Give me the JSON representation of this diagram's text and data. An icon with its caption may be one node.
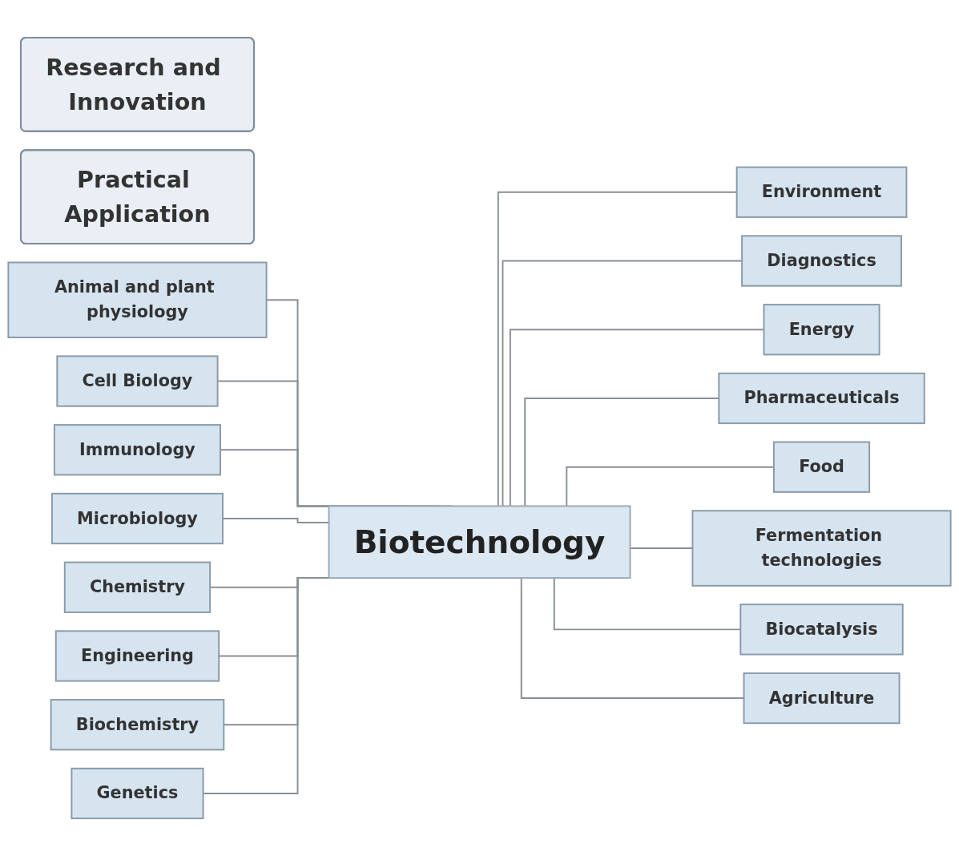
{
  "diagram": {
    "nodes": [
      {
        "text": [
          "Research and Innovation"
        ]
      },
      {
        "text": [
          "Practical Application"
        ]
      },
      {
        "text": [
          "Biotechnology"
        ]
      },
      {
        "text": [
          "Animal and plant physiology"
        ]
      },
      {
        "text": [
          "Cell Biology"
        ]
      },
      {
        "text": [
          "Immunology"
        ]
      },
      {
        "text": [
          "Microbiology"
        ]
      },
      {
        "text": [
          "Chemistry"
        ]
      },
      {
        "text": [
          "Engineering"
        ]
      },
      {
        "text": [
          "Biochemistry"
        ]
      },
      {
        "text": [
          "Genetics"
        ]
      },
      {
        "text": [
          "Environment"
        ]
      },
      {
        "text": [
          "Diagnostics"
        ]
      },
      {
        "text": [
          "Energy"
        ]
      },
      {
        "text": [
          "Pharmaceuticals"
        ]
      },
      {
        "text": [
          "Food"
        ]
      },
      {
        "text": [
          "Fermentation technologies"
        ]
      },
      {
        "text": [
          "Biocatalysis"
        ]
      },
      {
        "text": [
          "Agriculture"
        ]
      }
    ],
    "edges": [
      {
        "from": 3,
        "to": 2,
        "arrow": "none"
      },
      {
        "from": 4,
        "to": 2,
        "arrow": "none"
      },
      {
        "from": 5,
        "to": 2,
        "arrow": "none"
      },
      {
        "from": 6,
        "to": 2,
        "arrow": "none"
      },
      {
        "from": 7,
        "to": 2,
        "arrow": "none"
      },
      {
        "from": 8,
        "to": 2,
        "arrow": "none"
      },
      {
        "from": 9,
        "to": 2,
        "arrow": "none"
      },
      {
        "from": 10,
        "to": 2,
        "arrow": "none"
      },
      {
        "from": 2,
        "to": 11,
        "arrow": "none"
      },
      {
        "from": 2,
        "to": 12,
        "arrow": "none"
      },
      {
        "from": 2,
        "to": 13,
        "arrow": "none"
      },
      {
        "from": 2,
        "to": 14,
        "arrow": "none"
      },
      {
        "from": 2,
        "to": 15,
        "arrow": "none"
      },
      {
        "from": 2,
        "to": 16,
        "arrow": "none"
      },
      {
        "from": 2,
        "to": 17,
        "arrow": "none"
      },
      {
        "from": 2,
        "to": 18,
        "arrow": "none"
      }
    ]
  }
}
